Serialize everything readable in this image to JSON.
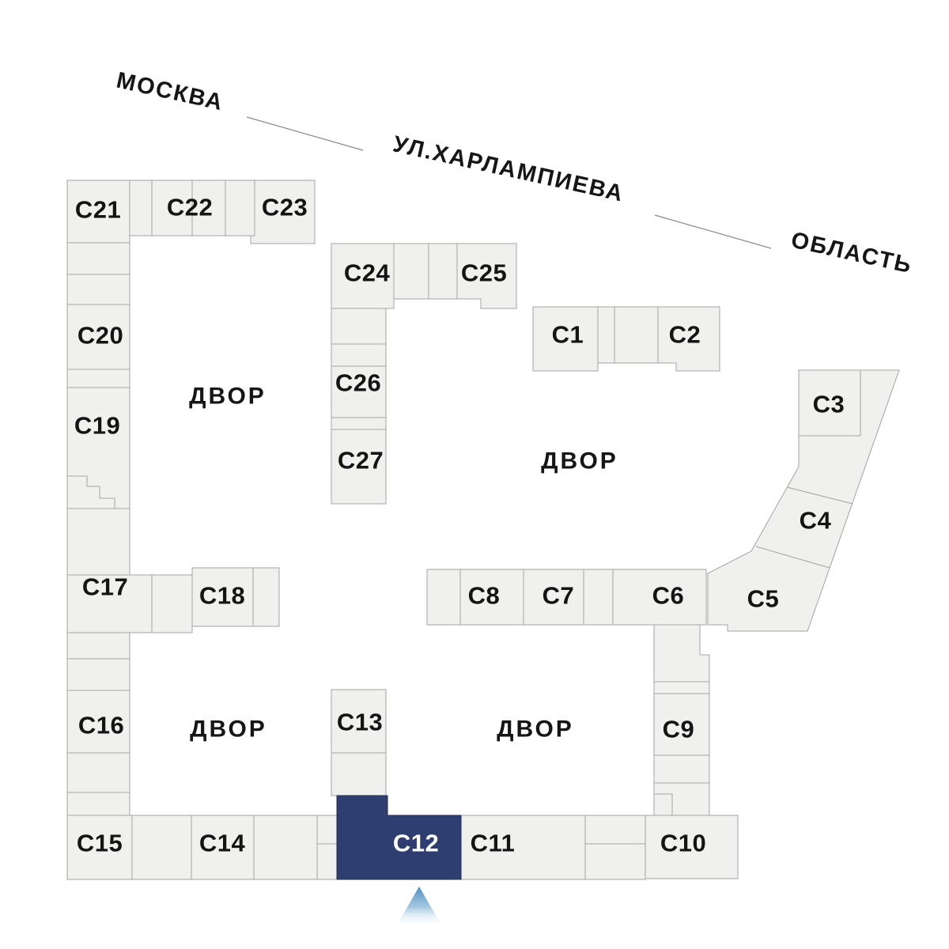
{
  "plan": {
    "streets": {
      "left": "МОСКВА",
      "middle": "УЛ.ХАРЛАМПИЕВА",
      "right": "ОБЛАСТЬ"
    },
    "courtyards": [
      "ДВОР",
      "ДВОР",
      "ДВОР",
      "ДВОР"
    ],
    "selected": "С12",
    "buildings": {
      "c1": {
        "label": "С1"
      },
      "c2": {
        "label": "С2"
      },
      "c3": {
        "label": "С3"
      },
      "c4": {
        "label": "С4"
      },
      "c5": {
        "label": "С5"
      },
      "c6": {
        "label": "С6"
      },
      "c7": {
        "label": "С7"
      },
      "c8": {
        "label": "С8"
      },
      "c9": {
        "label": "С9"
      },
      "c10": {
        "label": "С10"
      },
      "c11": {
        "label": "С11"
      },
      "c12": {
        "label": "С12"
      },
      "c13": {
        "label": "С13"
      },
      "c14": {
        "label": "С14"
      },
      "c15": {
        "label": "С15"
      },
      "c16": {
        "label": "С16"
      },
      "c17": {
        "label": "С17"
      },
      "c18": {
        "label": "С18"
      },
      "c19": {
        "label": "С19"
      },
      "c20": {
        "label": "С20"
      },
      "c21": {
        "label": "С21"
      },
      "c22": {
        "label": "С22"
      },
      "c23": {
        "label": "С23"
      },
      "c24": {
        "label": "С24"
      },
      "c25": {
        "label": "С25"
      },
      "c26": {
        "label": "С26"
      },
      "c27": {
        "label": "С27"
      }
    },
    "colors": {
      "background": "#ffffff",
      "building_fill": "#f0f0ef",
      "building_border": "#a3a3a3",
      "selected_fill": "#2f3e70",
      "selected_border": "#252f55",
      "label_text": "#141414",
      "selected_label_text": "#ffffff",
      "marker_blue": "#4e90c0"
    }
  }
}
